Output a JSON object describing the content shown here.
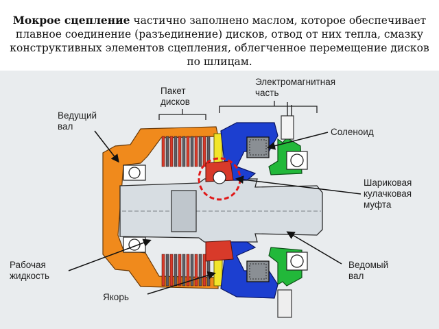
{
  "caption": {
    "bold": "Мокрое сцепление",
    "rest": " частично заполнено маслом, которое обеспечивает плавное соединение (разъединение) дисков, отвод от них тепла, смазку конструктивных элементов сцепления, облегченное перемещение дисков по шлицам."
  },
  "labels": {
    "pack": "Пакет\nдисков",
    "electro": "Электромагнитная\nчасть",
    "drive_shaft": "Ведущий\nвал",
    "solenoid": "Соленоид",
    "ball_clutch": "Шариковая\nкулачковая\nмуфта",
    "fluid": "Рабочая\nжидкость",
    "driven_shaft": "Ведомый\nвал",
    "armature": "Якорь"
  },
  "colors": {
    "housing": "#f08a1c",
    "discs": "#d83a2a",
    "magnet": "#1c3fd0",
    "green": "#22b83a",
    "yellow": "#f2e52a",
    "shaft": "#d7dde2",
    "background": "#e9ecee"
  }
}
